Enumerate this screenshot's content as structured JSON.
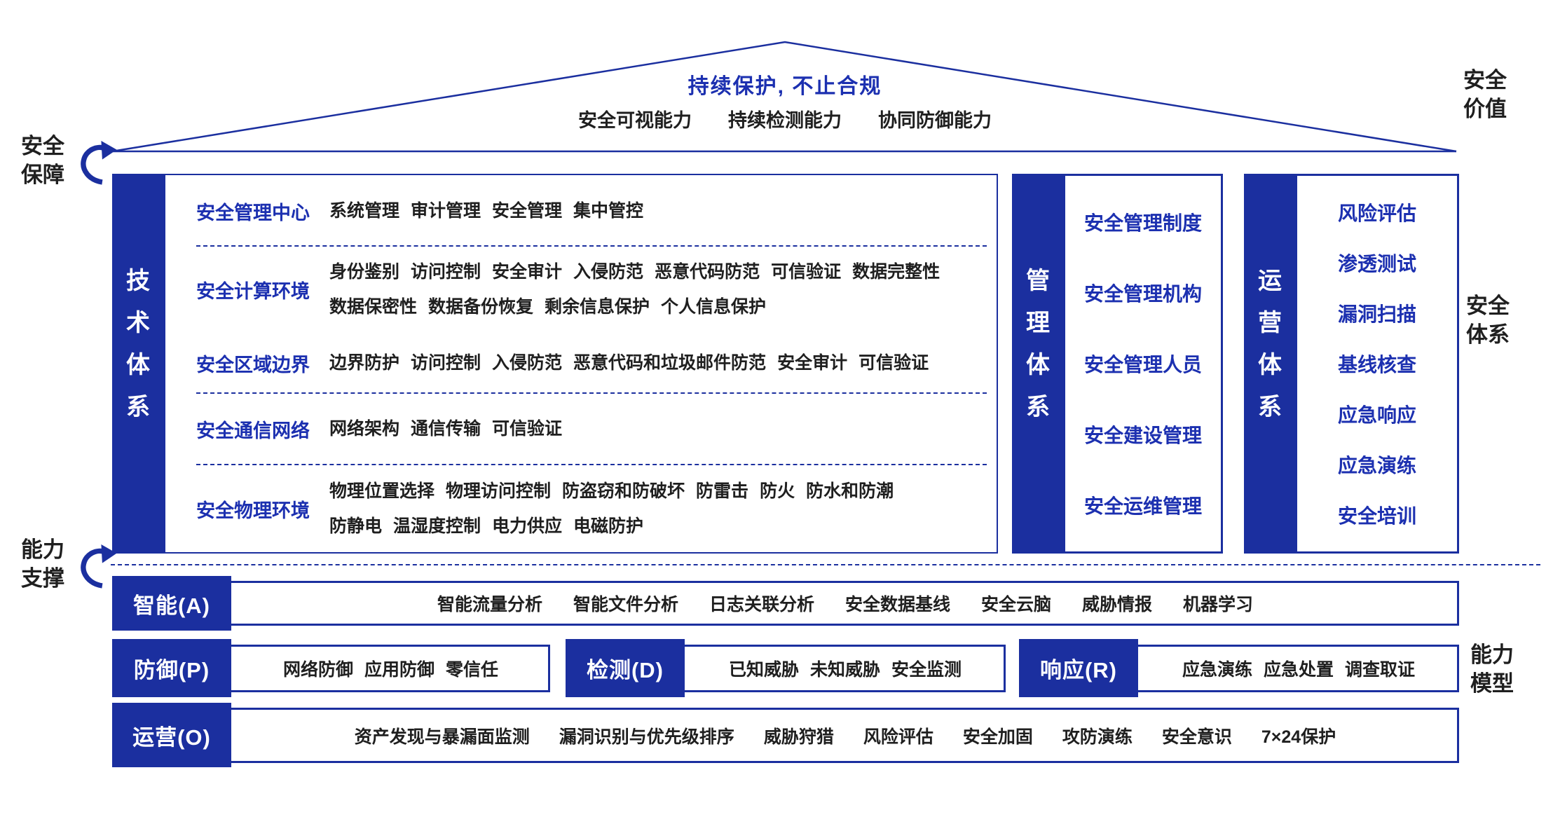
{
  "colors": {
    "primary": "#1B2F9F",
    "blue_text": "#1C30B0",
    "dark_text": "#1F1F1F"
  },
  "roof": {
    "title": "持续保护, 不止合规",
    "capabilities": [
      "安全可视能力",
      "持续检测能力",
      "协同防御能力"
    ]
  },
  "annotations": {
    "security_assurance": [
      "安全",
      "保障"
    ],
    "capability_support": [
      "能力",
      "支撑"
    ],
    "security_value": [
      "安全",
      "价值"
    ],
    "security_system": [
      "安全",
      "体系"
    ],
    "capability_model": [
      "能力",
      "模型"
    ]
  },
  "technical": {
    "bar": [
      "技",
      "术",
      "体",
      "系"
    ],
    "rows": [
      {
        "label": "安全管理中心",
        "lines": [
          [
            "系统管理",
            "审计管理",
            "安全管理",
            "集中管控"
          ]
        ]
      },
      {
        "label": "安全计算环境",
        "lines": [
          [
            "身份鉴别",
            "访问控制",
            "安全审计",
            "入侵防范",
            "恶意代码防范",
            "可信验证",
            "数据完整性"
          ],
          [
            "数据保密性",
            "数据备份恢复",
            "剩余信息保护",
            "个人信息保护"
          ]
        ]
      },
      {
        "label": "安全区域边界",
        "lines": [
          [
            "边界防护",
            "访问控制",
            "入侵防范",
            "恶意代码和垃圾邮件防范",
            "安全审计",
            "可信验证"
          ]
        ]
      },
      {
        "label": "安全通信网络",
        "lines": [
          [
            "网络架构",
            "通信传输",
            "可信验证"
          ]
        ]
      },
      {
        "label": "安全物理环境",
        "lines": [
          [
            "物理位置选择",
            "物理访问控制",
            "防盗窃和防破坏",
            "防雷击",
            "防火",
            "防水和防潮"
          ],
          [
            "防静电",
            "温湿度控制",
            "电力供应",
            "电磁防护"
          ]
        ]
      }
    ]
  },
  "management": {
    "bar": [
      "管",
      "理",
      "体",
      "系"
    ],
    "items": [
      "安全管理制度",
      "安全管理机构",
      "安全管理人员",
      "安全建设管理",
      "安全运维管理"
    ]
  },
  "operations": {
    "bar": [
      "运",
      "营",
      "体",
      "系"
    ],
    "items": [
      "风险评估",
      "渗透测试",
      "漏洞扫描",
      "基线核查",
      "应急响应",
      "应急演练",
      "安全培训"
    ]
  },
  "capability_rows": {
    "intelligence": {
      "label": "智能(A)",
      "items": [
        "智能流量分析",
        "智能文件分析",
        "日志关联分析",
        "安全数据基线",
        "安全云脑",
        "威胁情报",
        "机器学习"
      ]
    },
    "defense": {
      "label": "防御(P)",
      "items": [
        "网络防御",
        "应用防御",
        "零信任"
      ]
    },
    "detection": {
      "label": "检测(D)",
      "items": [
        "已知威胁",
        "未知威胁",
        "安全监测"
      ]
    },
    "response": {
      "label": "响应(R)",
      "items": [
        "应急演练",
        "应急处置",
        "调查取证"
      ]
    },
    "operation": {
      "label": "运营(O)",
      "items": [
        "资产发现与暴漏面监测",
        "漏洞识别与优先级排序",
        "威胁狩猎",
        "风险评估",
        "安全加固",
        "攻防演练",
        "安全意识",
        "7×24保护"
      ]
    }
  }
}
